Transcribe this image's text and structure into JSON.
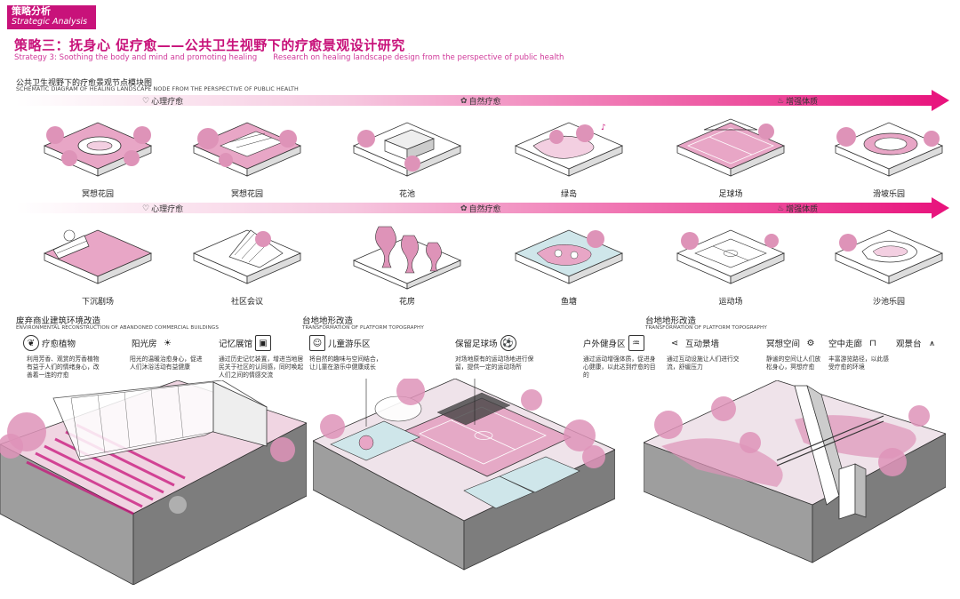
{
  "header": {
    "tag_zh": "策略分析",
    "tag_en": "Strategic Analysis"
  },
  "title": {
    "zh": "策略三：抚身心 促疗愈——公共卫生视野下的疗愈景观设计研究",
    "en_left": "Strategy 3: Soothing the body and mind and promoting healing",
    "en_right": "Research on healing landscape design from the perspective of public health"
  },
  "diagram": {
    "title": "公共卫生视野下的疗愈景观节点模块图",
    "subtitle": "SCHEMATIC DIAGRAM OF HEALING LANDSCAPE NODE FROM THE PERSPECTIVE OF PUBLIC HEALTH",
    "stages": [
      "心理疗愈",
      "自然疗愈",
      "增强体质"
    ],
    "row1": [
      "冥想花园",
      "冥想花园",
      "花池",
      "绿岛",
      "足球场",
      "滑坡乐园"
    ],
    "row2": [
      "下沉剧场",
      "社区会议",
      "花房",
      "鱼塘",
      "运动场",
      "沙池乐园"
    ]
  },
  "sections": [
    {
      "title": "废弃商业建筑环境改造",
      "subtitle": "ENVIRONMENTAL RECONSTRUCTION OF ABANDONED COMMERCIAL BUILDINGS",
      "features": [
        {
          "name": "疗愈植物",
          "icon": "leaf-icon",
          "desc": "利用芳香、观赏的芳香植物有益于人们的情绪身心，改善着一连的疗愈"
        },
        {
          "name": "阳光房",
          "icon": "sun-icon",
          "desc": "阳光的温暖治愈身心，促进人们沐浴活动有益健康"
        },
        {
          "name": "记忆展馆",
          "icon": "gallery-icon",
          "desc": "通过历史记忆装置，增进当地居民关于社区的认同感，同时唤起人们之间的情感交流"
        }
      ]
    },
    {
      "title": "台地地形改造",
      "subtitle": "TRANSFORMATION OF PLATFORM TOPOGRAPHY",
      "features": [
        {
          "name": "儿童游乐区",
          "icon": "child-icon",
          "desc": "将自然的趣味与空间结合，让儿童在游乐中健康成长"
        },
        {
          "name": "保留足球场",
          "icon": "football-icon",
          "desc": "对场地原有的运动场地进行保留，提供一定的运动场所"
        },
        {
          "name": "户外健身区",
          "icon": "fitness-icon",
          "desc": "通过运动增强体质，促进身心健康，以此达到疗愈的目的"
        }
      ]
    },
    {
      "title": "台地地形改造",
      "subtitle": "TRANSFORMATION OF PLATFORM TOPOGRAPHY",
      "features": [
        {
          "name": "互动景墙",
          "icon": "share-icon",
          "desc": "通过互动设施让人们进行交流，舒缓压力"
        },
        {
          "name": "冥想空间",
          "icon": "gear-icon",
          "desc": "静谧的空间让人们放松身心，冥想疗愈"
        },
        {
          "name": "空中走廊",
          "icon": "bench-icon",
          "desc": "丰富游览路径，以此感受疗愈的环境"
        },
        {
          "name": "观景台",
          "icon": "tower-icon",
          "desc": ""
        }
      ]
    }
  ],
  "colors": {
    "accent": "#c8127a",
    "pink": "#e8a6c6",
    "tree": "#de93b8",
    "arrow": "#e8127c"
  }
}
